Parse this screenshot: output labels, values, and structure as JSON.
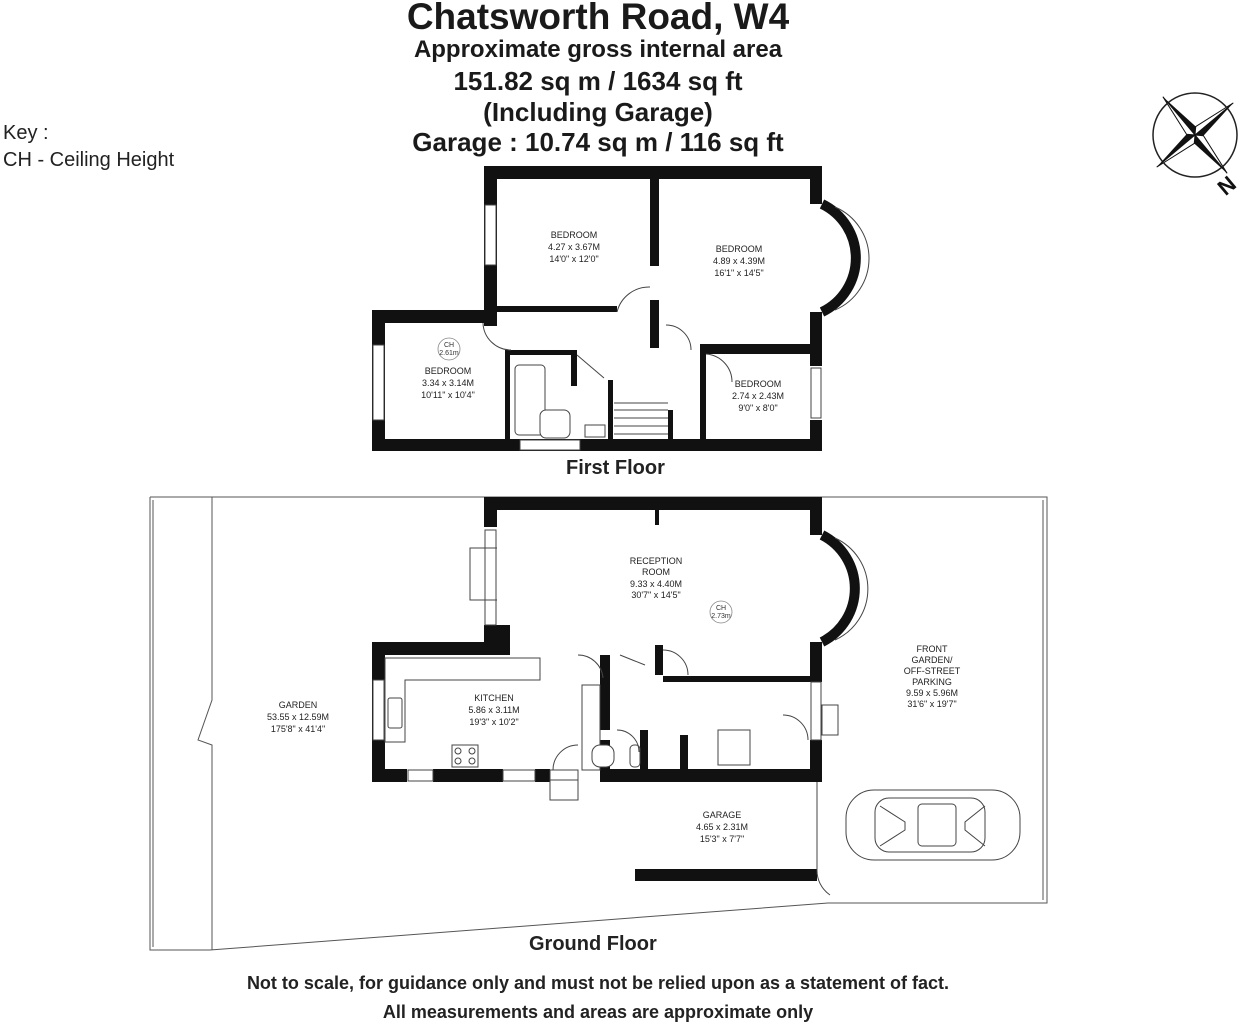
{
  "header": {
    "title": "Chatsworth Road, W4",
    "line1": "Approximate gross internal area",
    "line2": "151.82 sq m /  1634 sq ft",
    "line3": "(Including Garage)",
    "line4": "Garage : 10.74 sq m /  116 sq ft"
  },
  "key": {
    "title": "Key :",
    "item": "CH - Ceiling Height"
  },
  "compass": {
    "label": "N"
  },
  "first_floor": {
    "label": "First Floor",
    "rooms": [
      {
        "name": "BEDROOM",
        "metric": "4.27 x 3.67M",
        "imperial": "14'0\" x 12'0\""
      },
      {
        "name": "BEDROOM",
        "metric": "4.89 x 4.39M",
        "imperial": "16'1\" x 14'5\""
      },
      {
        "name": "BEDROOM",
        "metric": "3.34 x 3.14M",
        "imperial": "10'11\" x 10'4\""
      },
      {
        "name": "BEDROOM",
        "metric": "2.74 x 2.43M",
        "imperial": "9'0\" x 8'0\""
      }
    ],
    "ceiling": {
      "label": "CH",
      "value": "2.61m"
    }
  },
  "ground_floor": {
    "label": "Ground Floor",
    "reception": {
      "name1": "RECEPTION",
      "name2": "ROOM",
      "metric": "9.33 x 4.40M",
      "imperial": "30'7\" x 14'5\""
    },
    "ceiling": {
      "label": "CH",
      "value": "2.73m"
    },
    "kitchen": {
      "name": "KITCHEN",
      "metric": "5.86 x 3.11M",
      "imperial": "19'3\" x 10'2\""
    },
    "garden": {
      "name": "GARDEN",
      "metric": "53.55 x 12.59M",
      "imperial": "175'8\" x 41'4\""
    },
    "front": {
      "name1": "FRONT",
      "name2": "GARDEN/",
      "name3": "OFF-STREET",
      "name4": "PARKING",
      "metric": "9.59 x 5.96M",
      "imperial": "31'6\" x 19'7\""
    },
    "garage": {
      "name": "GARAGE",
      "metric": "4.65 x 2.31M",
      "imperial": "15'3\" x 7'7\""
    }
  },
  "disclaimer": {
    "line1": "Not to scale, for guidance only and must not be relied upon as a statement of fact.",
    "line2": "All measurements and areas are approximate only"
  }
}
